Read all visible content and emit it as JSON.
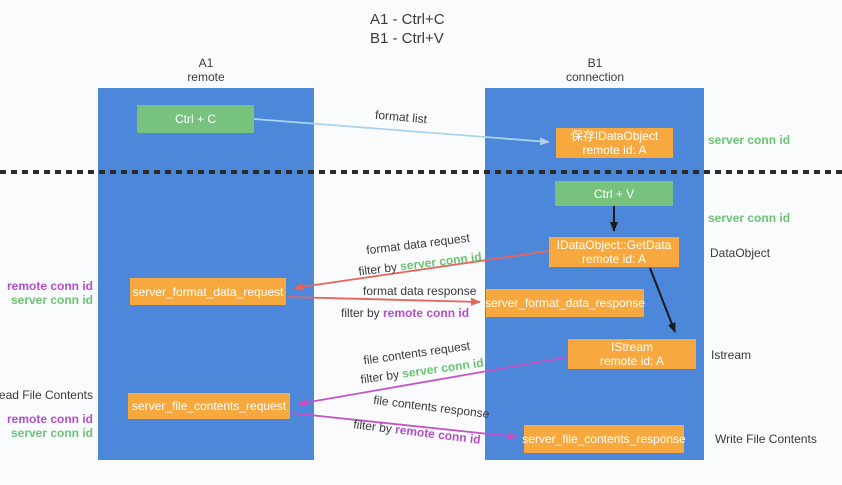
{
  "title": {
    "line1": "A1 - Ctrl+C",
    "line2": "B1 - Ctrl+V"
  },
  "lifelines": {
    "a1": {
      "name": "A1",
      "subtitle": "remote"
    },
    "b1": {
      "name": "B1",
      "subtitle": "connection"
    }
  },
  "nodes": {
    "ctrl_c": "Ctrl + C",
    "ctrl_v": "Ctrl + V",
    "save_idataobject": {
      "line1": "保存IDataObject",
      "line2": "remote id: A"
    },
    "getdata": {
      "line1": "IDataObject::GetData",
      "line2": "remote id: A"
    },
    "istream": {
      "line1": "IStream",
      "line2": "remote id: A"
    },
    "format_data_request": "server_format_data_request",
    "format_data_response": "server_format_data_response",
    "file_contents_request": "server_file_contents_request",
    "file_contents_response": "server_file_contents_response"
  },
  "flows": {
    "format_list": {
      "label": "format list"
    },
    "format_request": {
      "label": "format data request",
      "filter_prefix": "filter by ",
      "filter_key": "server conn id"
    },
    "format_response": {
      "label": "format data response",
      "filter_prefix": "filter by ",
      "filter_key": "remote conn id"
    },
    "file_request": {
      "label": "file contents request",
      "filter_prefix": "filter by ",
      "filter_key": "server conn id"
    },
    "file_response": {
      "label": "file contents response",
      "filter_prefix": "filter by ",
      "filter_key": "remote conn id"
    }
  },
  "side_labels": {
    "right_server_conn_id_top": "server conn id",
    "right_server_conn_id_mid": "server conn id",
    "right_dataobject": "DataObject",
    "right_istream": "Istream",
    "right_write_file_contents": "Write File Contents",
    "left_remote_conn_id_top": "remote conn id",
    "left_server_conn_id_top": "server conn id",
    "left_read_file_contents": "Read File Contents",
    "left_remote_conn_id_bottom": "remote conn id",
    "left_server_conn_id_bottom": "server conn id"
  },
  "colors": {
    "lifeline_blue": "#4c87d9",
    "node_green": "#77c27d",
    "node_orange": "#f7a93f",
    "arrow_blue": "#a9d3ee",
    "arrow_red": "#e8635b",
    "arrow_purple": "#c653c6",
    "arrow_black": "#1a1a1a",
    "text_green": "#6cc473",
    "text_purple": "#b44ecb",
    "text_dark": "#3a3a3a"
  }
}
